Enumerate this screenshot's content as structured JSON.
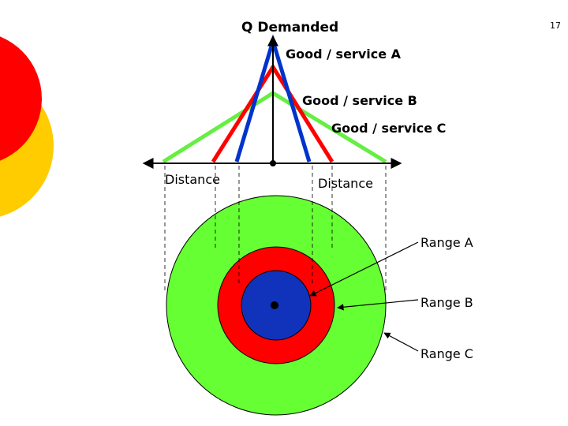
{
  "slide_number": "17",
  "axis": {
    "y_label": "Q Demanded",
    "left_label": "Distance",
    "right_label": "Distance"
  },
  "goods": [
    {
      "label": "Good / service A",
      "color": "#0033CC"
    },
    {
      "label": "Good / service B",
      "color": "#FF0000"
    },
    {
      "label": "Good / service C",
      "color": "#66EE44"
    }
  ],
  "ranges": [
    {
      "label": "Range A",
      "color": "#1133BB"
    },
    {
      "label": "Range B",
      "color": "#FF0000"
    },
    {
      "label": "Range C",
      "color": "#66FF33"
    }
  ],
  "decoration_colors": {
    "red": "#FF0000",
    "gold": "#FFCC00"
  }
}
